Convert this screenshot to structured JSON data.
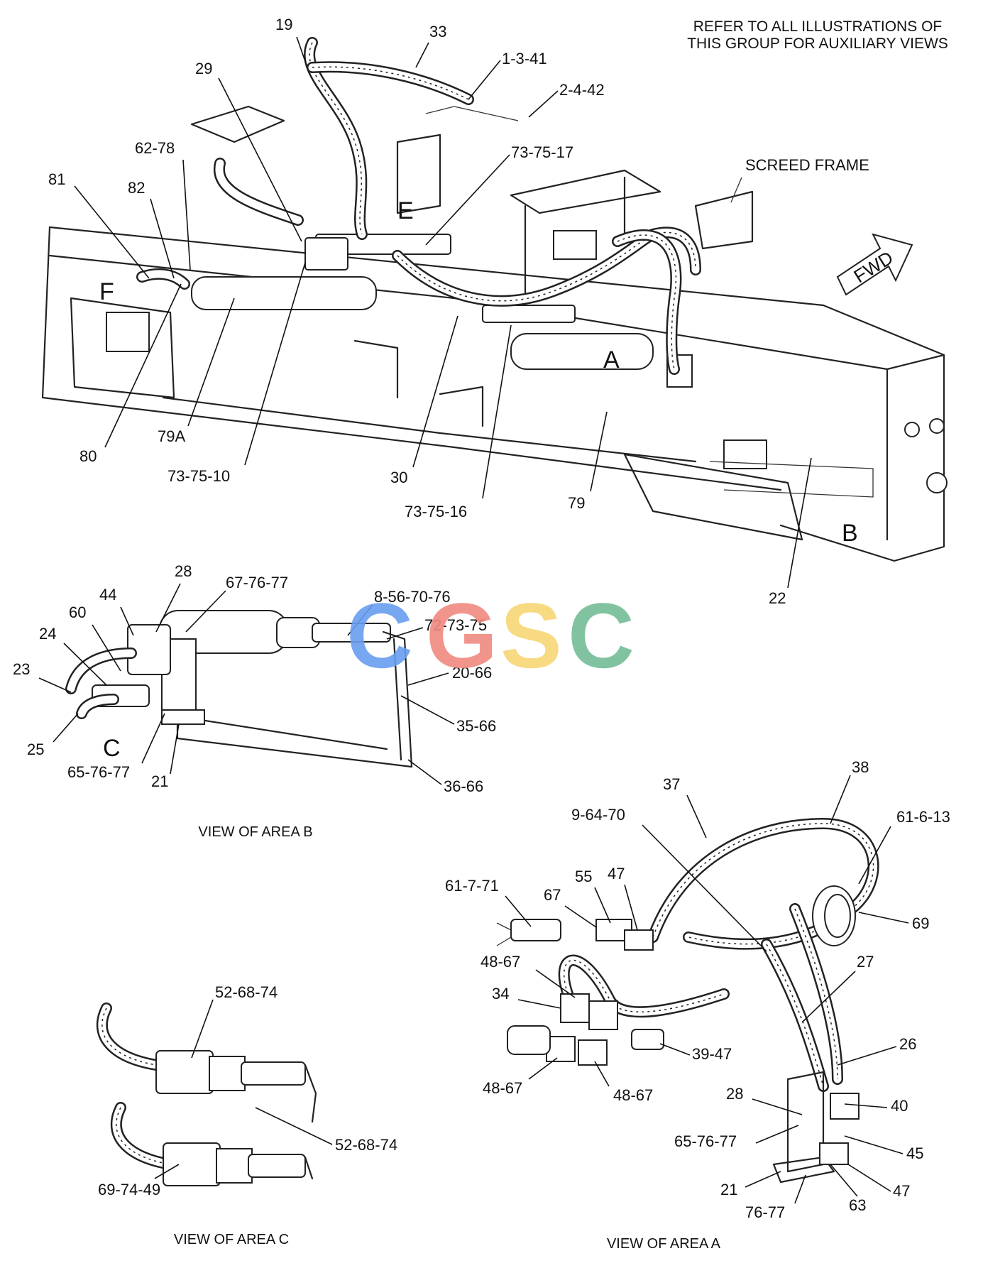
{
  "header": {
    "note_line1": "REFER TO ALL ILLUSTRATIONS OF",
    "note_line2": "THIS GROUP FOR AUXILIARY VIEWS"
  },
  "main_view": {
    "frame_label": "SCREED FRAME",
    "fwd_label": "FWD",
    "area_letters": {
      "A": "A",
      "B": "B",
      "E": "E",
      "F": "F"
    },
    "callouts": {
      "c19": "19",
      "c33": "33",
      "c1_3_41": "1-3-41",
      "c2_4_42": "2-4-42",
      "c29": "29",
      "c62_78": "62-78",
      "c73_75_17": "73-75-17",
      "c81": "81",
      "c82": "82",
      "c80": "80",
      "c79A": "79A",
      "c73_75_10": "73-75-10",
      "c30": "30",
      "c73_75_16": "73-75-16",
      "c79": "79",
      "c22": "22"
    }
  },
  "view_b": {
    "caption": "VIEW OF AREA B",
    "area_letter": "C",
    "callouts": {
      "c28": "28",
      "c67_76_77": "67-76-77",
      "c44": "44",
      "c60": "60",
      "c24": "24",
      "c23": "23",
      "c25": "25",
      "c8_56_70_76": "8-56-70-76",
      "c72_73_75": "72-73-75",
      "c20_66": "20-66",
      "c35_66": "35-66",
      "c36_66": "36-66",
      "c65_76_77": "65-76-77",
      "c21": "21"
    }
  },
  "view_c": {
    "caption": "VIEW OF AREA C",
    "callouts": {
      "c52_68_74_top": "52-68-74",
      "c52_68_74_bottom": "52-68-74",
      "c69_74_49": "69-74-49"
    }
  },
  "view_a": {
    "caption": "VIEW OF AREA A",
    "callouts": {
      "c38": "38",
      "c37": "37",
      "c9_64_70": "9-64-70",
      "c61_6_13": "61-6-13",
      "c61_7_71": "61-7-71",
      "c55": "55",
      "c47_top": "47",
      "c67": "67",
      "c69": "69",
      "c48_67_top": "48-67",
      "c27": "27",
      "c34": "34",
      "c39_47": "39-47",
      "c26": "26",
      "c48_67_left": "48-67",
      "c48_67_mid": "48-67",
      "c28": "28",
      "c40": "40",
      "c65_76_77": "65-76-77",
      "c45": "45",
      "c21": "21",
      "c47_bottom": "47",
      "c76_77": "76-77",
      "c63": "63"
    }
  },
  "watermark": {
    "letters": [
      "C",
      "G",
      "S",
      "C"
    ],
    "colors": [
      "#6a9ef0",
      "#f08a80",
      "#f7d774",
      "#74bd96"
    ]
  }
}
